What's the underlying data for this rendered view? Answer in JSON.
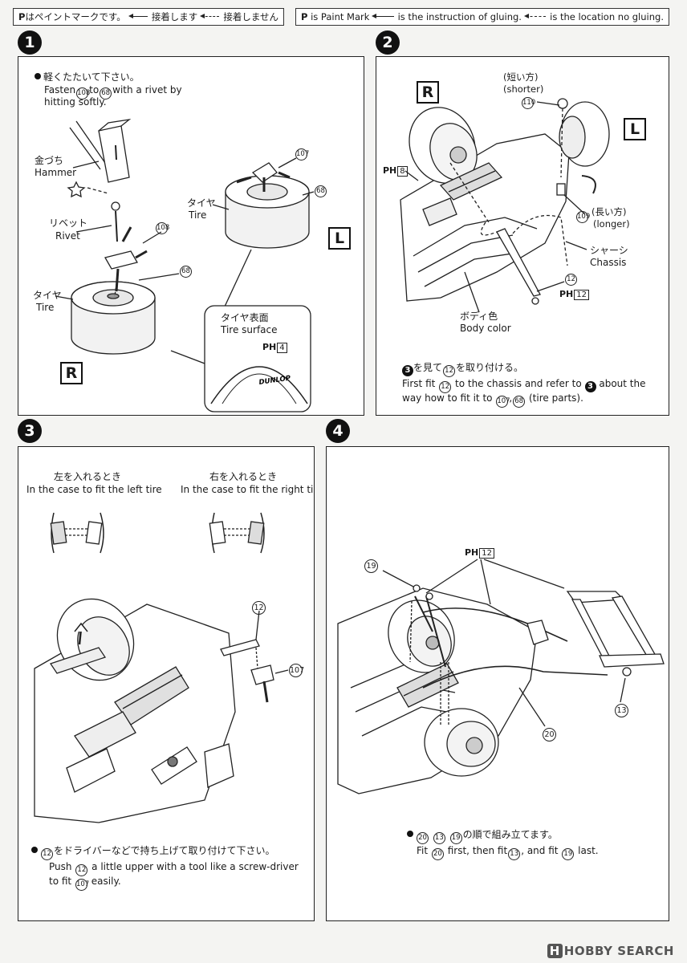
{
  "legend_jp": {
    "paint_mark": "はペイントマークです。",
    "glue": "接着します",
    "no_glue": "接着しません",
    "pm_symbol": "P"
  },
  "legend_en": {
    "pm_symbol": "P",
    "paint_mark": "is Paint Mark",
    "glue": "is the instruction of gluing.",
    "no_glue": "is the location no gluing."
  },
  "step1": {
    "num": "1",
    "note_jp": "軽くたたいて下さい。",
    "note_en_a": "Fasten",
    "note_en_b": "to",
    "note_en_c": "with a rivet by",
    "note_en_d": "hitting softly.",
    "part_a": "108",
    "part_b": "68",
    "hammer_jp": "金づち",
    "hammer_en": "Hammer",
    "rivet_jp": "リベット",
    "rivet_en": "Rivet",
    "tire_jp": "タイヤ",
    "tire_en": "Tire",
    "tire2_jp": "タイヤ",
    "tire2_en": "Tire",
    "p107": "107",
    "p68": "68",
    "p108": "108",
    "p68b": "68",
    "side_r": "R",
    "side_l": "L",
    "surface_jp": "タイヤ表面",
    "surface_en": "Tire surface",
    "ph_mark": "PH",
    "ph_num": "4",
    "brand": "DUNLOP"
  },
  "step2": {
    "num": "2",
    "shorter_jp": "(短い方)",
    "shorter_en": "(shorter)",
    "p110": "110",
    "longer_jp": "(長い方)",
    "longer_en": "(longer)",
    "p109": "109",
    "chassis_jp": "シャーシ",
    "chassis_en": "Chassis",
    "body_jp": "ボディ色",
    "body_en": "Body color",
    "p12": "12",
    "ph_mark": "PH",
    "ph_num_a": "8",
    "ph_num_b": "12",
    "side_r": "R",
    "side_l": "L",
    "note_ref": "3",
    "note_jp_a": "を見て",
    "note_jp_part": "12",
    "note_jp_b": "を取り付ける。",
    "note_en_a": "First fit",
    "note_en_part": "12",
    "note_en_b": "to the chassis and refer to",
    "note_en_ref": "3",
    "note_en_c": "about the",
    "note_en_d": "way how to fit it to",
    "note_en_p1": "107",
    "note_en_sep": ",",
    "note_en_p2": "68",
    "note_en_e": "(tire parts)."
  },
  "step3": {
    "num": "3",
    "left_jp": "左を入れるとき",
    "left_en": "In the case to fit the left tire",
    "right_jp": "右を入れるとき",
    "right_en": "In the case to fit the right tire",
    "p12": "12",
    "p107": "107",
    "note_part": "12",
    "note_jp": "をドライバーなどで持ち上げて取り付けて下さい。",
    "note_en_a": "Push",
    "note_en_part": "12",
    "note_en_b": "a little upper with a tool like a screw-driver",
    "note_en_c": "to fit",
    "note_en_part2": "107",
    "note_en_d": "easily."
  },
  "step4": {
    "num": "4",
    "ph_mark": "PH",
    "ph_num": "12",
    "p19": "19",
    "p13": "13",
    "p20": "20",
    "order_p1": "20",
    "order_p2": "13",
    "order_p3": "19",
    "note_jp": "の順で組み立てます。",
    "note_en_a": "Fit",
    "note_en_p1": "20",
    "note_en_b": "first, then fit",
    "note_en_p2": "13",
    "note_en_c": ", and fit",
    "note_en_p3": "19",
    "note_en_d": "last."
  },
  "watermark": {
    "mark": "H",
    "text": "HOBBY SEARCH"
  }
}
